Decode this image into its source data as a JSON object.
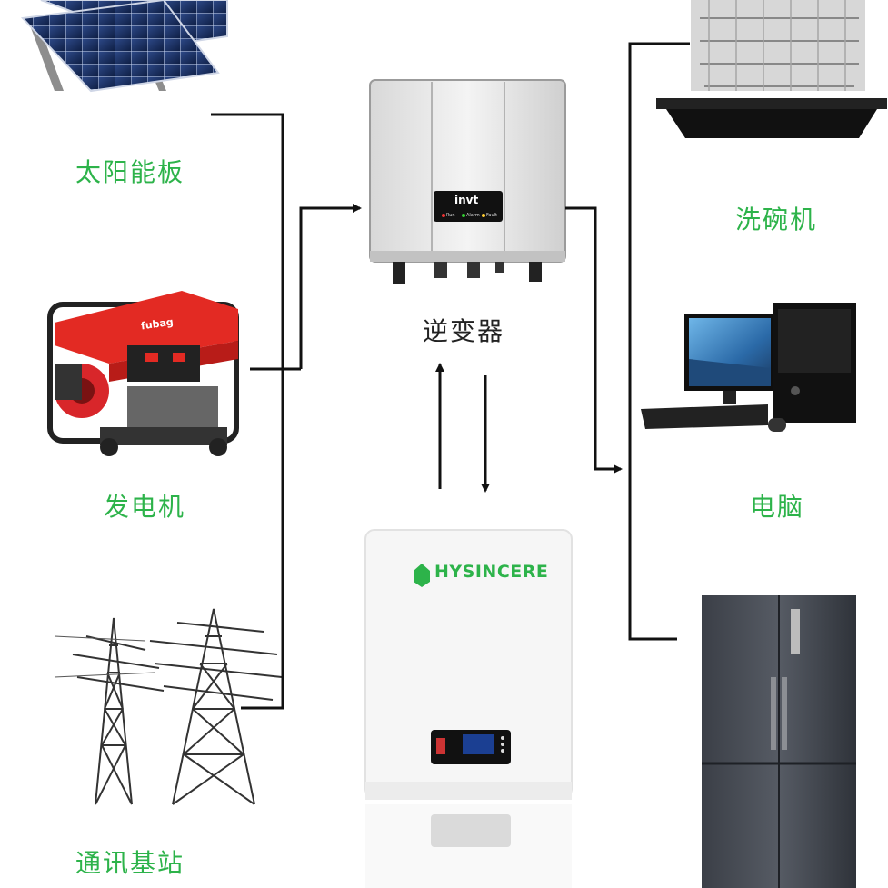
{
  "sources": {
    "solar": {
      "label": "太阳能板"
    },
    "generator": {
      "label": "发电机",
      "brand": "fubag"
    },
    "grid": {
      "label": "通讯基站"
    }
  },
  "inverter": {
    "label": "逆变器",
    "brand": "invt",
    "leds": [
      "Run",
      "Alarm",
      "Fault"
    ]
  },
  "battery": {
    "brand": "HYSINCERE"
  },
  "loads": {
    "dishwasher": {
      "label": "洗碗机"
    },
    "computer": {
      "label": "电脑"
    },
    "fridge": {
      "label": ""
    }
  },
  "colors": {
    "label_green": "#2db34a",
    "line": "#111111"
  }
}
